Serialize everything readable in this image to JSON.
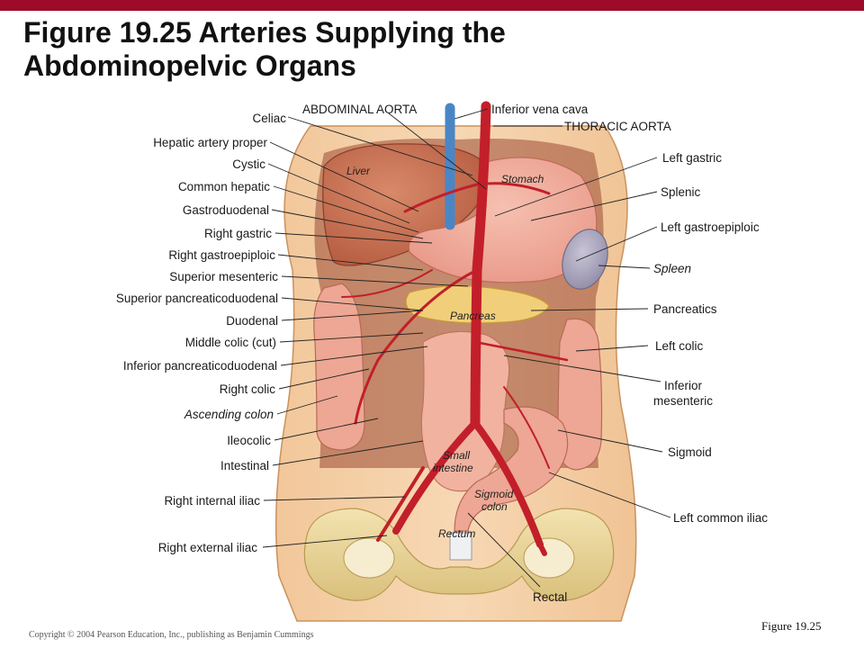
{
  "header": {
    "bar_color": "#9e0b2a",
    "title_line1": "Figure 19.25  Arteries Supplying the",
    "title_line2": "Abdominopelvic Organs"
  },
  "labels_left": [
    "Celiac",
    "Hepatic artery proper",
    "Cystic",
    "Common hepatic",
    "Gastroduodenal",
    "Right gastric",
    "Right gastroepiploic",
    "Superior mesenteric",
    "Superior pancreaticoduodenal",
    "Duodenal",
    "Middle colic (cut)",
    "Inferior pancreaticoduodenal",
    "Right colic",
    "Ascending colon",
    "Ileocolic",
    "Intestinal",
    "Right internal iliac",
    "Right external iliac"
  ],
  "labels_top": {
    "abdominal_aorta": "ABDOMINAL AORTA",
    "inferior_vena_cava": "Inferior vena cava",
    "thoracic_aorta": "THORACIC AORTA"
  },
  "labels_right": {
    "left_gastric": "Left gastric",
    "splenic": "Splenic",
    "left_gastroepiploic": "Left gastroepiploic",
    "spleen": "Spleen",
    "pancreatics": "Pancreatics",
    "left_colic": "Left colic",
    "inferior_mesenteric_1": "Inferior",
    "inferior_mesenteric_2": "mesenteric",
    "sigmoid": "Sigmoid",
    "left_common_iliac": "Left common iliac",
    "rectal": "Rectal"
  },
  "organ_labels": {
    "liver": "Liver",
    "stomach": "Stomach",
    "pancreas": "Pancreas",
    "small_intestine_1": "Small",
    "small_intestine_2": "intestine",
    "sigmoid_colon_1": "Sigmoid",
    "sigmoid_colon_2": "colon",
    "rectum": "Rectum"
  },
  "footer": {
    "copyright": "Copyright © 2004 Pearson Education, Inc., publishing as Benjamin Cummings",
    "figure_ref": "Figure 19.25"
  }
}
